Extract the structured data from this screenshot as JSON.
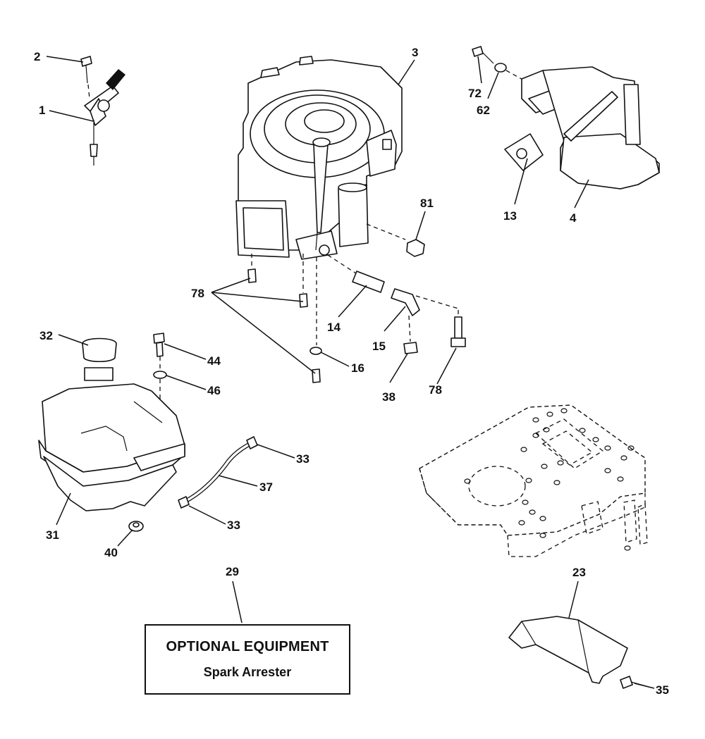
{
  "diagram": {
    "callouts": {
      "c1": "1",
      "c2": "2",
      "c3": "3",
      "c4": "4",
      "c13": "13",
      "c14": "14",
      "c15": "15",
      "c16": "16",
      "c23": "23",
      "c29": "29",
      "c31": "31",
      "c32": "32",
      "c33a": "33",
      "c33b": "33",
      "c35": "35",
      "c37": "37",
      "c38": "38",
      "c40": "40",
      "c44": "44",
      "c46": "46",
      "c62": "62",
      "c72": "72",
      "c78a": "78",
      "c78b": "78",
      "c81": "81"
    },
    "optional_box": {
      "title": "OPTIONAL EQUIPMENT",
      "subtitle": "Spark Arrester"
    }
  }
}
